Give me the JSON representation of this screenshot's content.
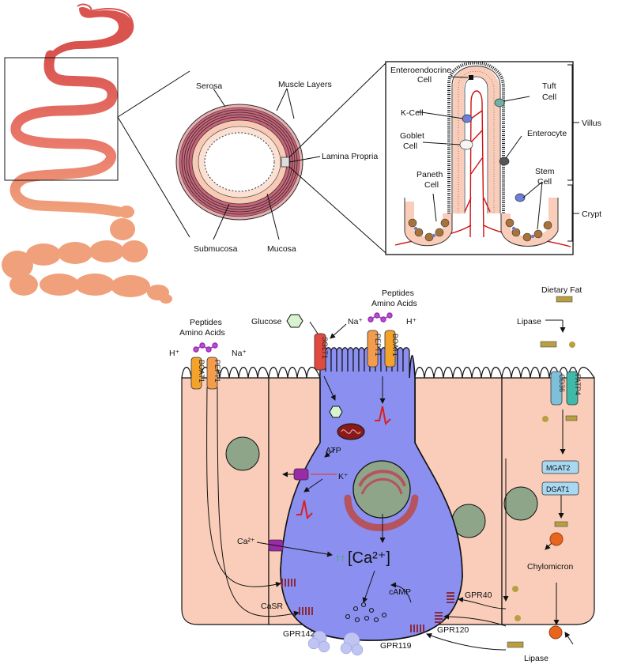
{
  "gut_labels": {
    "serosa": "Serosa",
    "muscle_layers": "Muscle Layers",
    "lamina_propria": "Lamina Propria",
    "submucosa": "Submucosa",
    "mucosa": "Mucosa"
  },
  "villus_labels": {
    "enteroendocrine_1": "Enteroendocrine",
    "enteroendocrine_2": "Cell",
    "tuft_1": "Tuft",
    "tuft_2": "Cell",
    "k_cell": "K-Cell",
    "goblet_1": "Goblet",
    "goblet_2": "Cell",
    "enterocyte": "Enterocyte",
    "paneth_1": "Paneth",
    "paneth_2": "Cell",
    "stem_1": "Stem",
    "stem_2": "Cell",
    "villus": "Villus",
    "crypt": "Crypt"
  },
  "cell_labels": {
    "peptides_left": "Peptides",
    "amino_acids_left": "Amino Acids",
    "peptides_mid": "Peptides",
    "amino_acids_mid": "Amino Acids",
    "glucose": "Glucose",
    "na_plus_left": "Na⁺",
    "h_plus_left": "H⁺",
    "na_plus_mid": "Na⁺",
    "h_plus_mid": "H⁺",
    "dietary_fat": "Dietary Fat",
    "lipase_top": "Lipase",
    "lipase_bottom": "Lipase",
    "atp": "ATP",
    "k_plus": "K⁺",
    "ca2_plus": "Ca²⁺",
    "ca_intracellular": "[Ca²⁺]",
    "up_arrow": "↑↑",
    "camp": "cAMP",
    "chylomicron": "Chylomicron",
    "casr": "CaSR",
    "gpr142": "GPR142",
    "gpr40": "GPR40",
    "gpr120": "GPR120",
    "gpr119": "GPR119"
  },
  "transporters": {
    "boat1_left": "BOAT1",
    "pept1_left": "PEPT1",
    "sglt1": "SGLT1",
    "pept1_mid": "PEPT1",
    "boat1_mid": "BOAT1",
    "cd36": "CD36",
    "fatp4": "FATP4",
    "mgat2": "MGAT2",
    "dgat1": "DGAT1"
  },
  "colors": {
    "enterocyte_fill": "#f9cdb9",
    "eec_fill": "#8b8ff0",
    "nucleus": "#8ea58a",
    "stomach": "#d9534f",
    "intestine_gradient_end": "#f09a72",
    "boat1": "#f3a32a",
    "pept1": "#f39c4c",
    "sglt1": "#e14a3e",
    "cd36": "#7ec0d9",
    "fatp4": "#3fb9a8",
    "enzyme_box": "#a8d8f2",
    "receptor": "#8a2a3c",
    "chylomicron": "#e8651e",
    "mitochondrion": "#8a1a1a",
    "blood_vessel": "#cc0000"
  }
}
